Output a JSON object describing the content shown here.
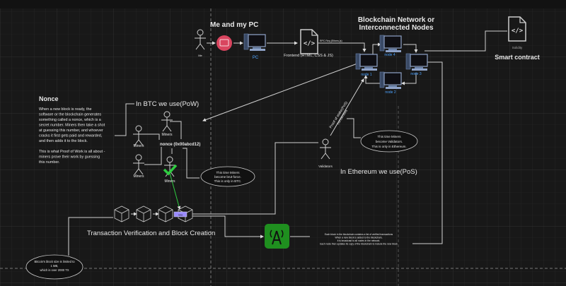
{
  "user": {
    "title": "Me and my PC",
    "actor_label": "Me",
    "pc_label": "PC"
  },
  "frontend": {
    "label": "Frontend (HTML, CSS & JS)",
    "rpc_label": "RPC Req (Ethers.js)"
  },
  "network": {
    "title_line1": "Blockchain Network or",
    "title_line2": "Interconnected Nodes",
    "nodes": [
      "node 1",
      "node 2",
      "node 3",
      "node 4"
    ]
  },
  "smart_contract": {
    "file_label": "Solidity",
    "title": "Smart contract"
  },
  "nonce": {
    "heading": "Nonce",
    "lines": [
      "When a new block is ready, the",
      "software or the blockchain generates",
      "something called a nonce, which is a",
      "secret number. Miners then take a shot",
      "at guessing this number, and whoever",
      "cracks it first gets paid and rewarded,",
      "and then adds it to the block.",
      "",
      "This is what Proof of Work is all about -",
      "miners prove their work by guessing",
      "this number."
    ]
  },
  "pow": {
    "title": "In BTC we use(PoW)",
    "miner_label": "Miners",
    "nonce_value": "nonce (0x00abcd12)",
    "cloud": [
      "This time Miners",
      "become brut-force.",
      "This is only in BTC."
    ]
  },
  "pos": {
    "title": "In Ethereum we use(PoS)",
    "validator_label": "Validators",
    "edge_label_line1": "Proof of stake(PoS)",
    "edge_label_line2": "consensus",
    "cloud": [
      "This time Miners",
      "become Validators.",
      "This is only in Ethereum."
    ]
  },
  "blocks": {
    "title": "Transaction Verification and Block Creation",
    "new_label": "new"
  },
  "broadcast": {
    "lines": [
      "Each block in the blockchain contains a list of verified transactions",
      "When a new block is added to the blockchain,",
      "it is broadcast to all nodes in the network.",
      "Each node then updates its copy of the blockchain to include the new block"
    ],
    "icon_color": "#1f8f1f"
  },
  "block_size_cloud": [
    "Bitcoin's block size is limited to",
    "1 MB,",
    "which is over 2000 TX"
  ],
  "colors": {
    "background": "#181818",
    "accent_blue": "#4da3ff",
    "check_green": "#2ecc40",
    "wallet_red": "#d9455f",
    "new_block": "#9b8cff"
  }
}
